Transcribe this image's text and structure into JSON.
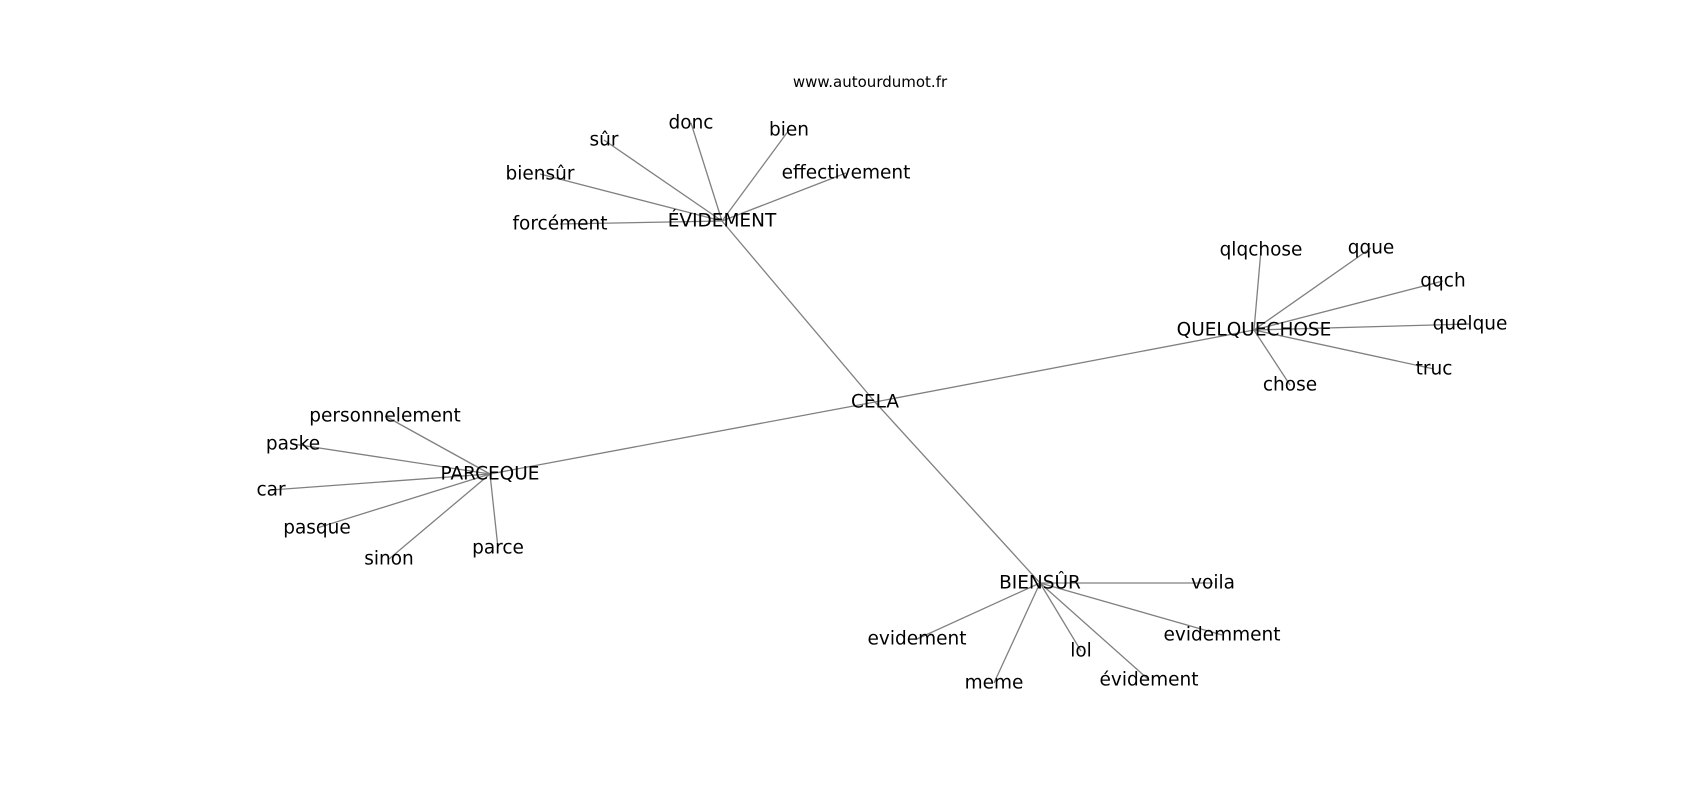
{
  "site_url": "www.autourdumot.fr",
  "center": "CELA",
  "hubs": [
    {
      "id": "evidement",
      "label": "ÉVIDEMENT",
      "leaves": [
        "donc",
        "sûr",
        "bien",
        "effectivement",
        "biensûr",
        "forcément"
      ]
    },
    {
      "id": "quelquechose",
      "label": "QUELQUECHOSE",
      "leaves": [
        "qlqchose",
        "qque",
        "qqch",
        "quelque",
        "truc",
        "chose"
      ]
    },
    {
      "id": "parceque",
      "label": "PARCEQUE",
      "leaves": [
        "personnelement",
        "paske",
        "car",
        "pasque",
        "sinon",
        "parce"
      ]
    },
    {
      "id": "biensur",
      "label": "BIENSÛR",
      "leaves": [
        "voila",
        "evidemment",
        "evidement",
        "lol",
        "évidement",
        "meme"
      ]
    }
  ]
}
